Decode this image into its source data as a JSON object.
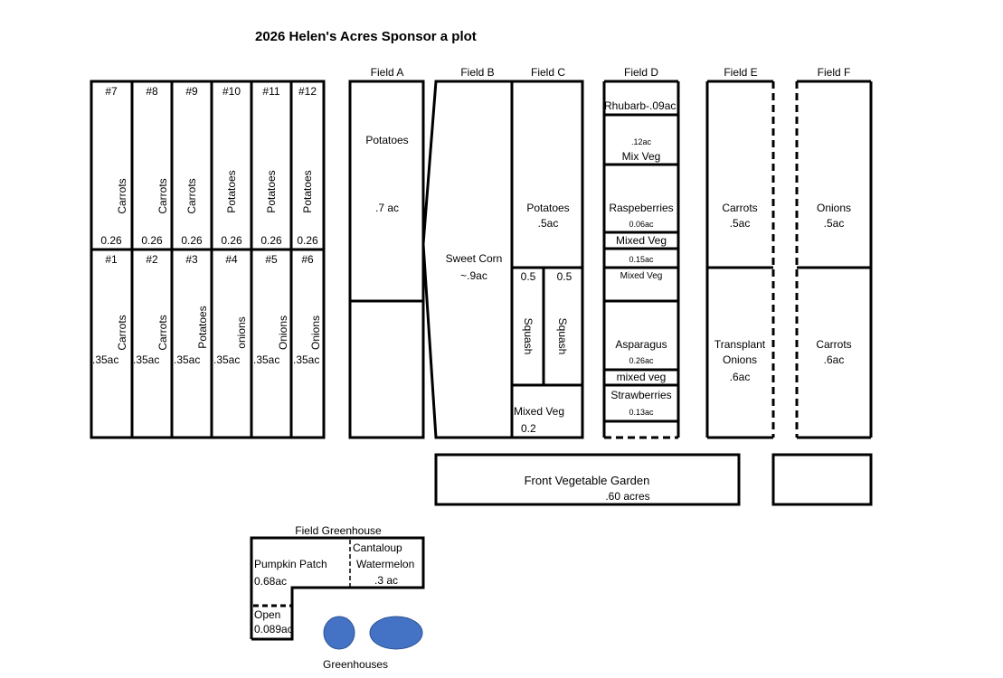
{
  "title": "2026 Helen's Acres Sponsor a plot",
  "grid": {
    "top_row": [
      {
        "num": "#7",
        "crop": "Carrots",
        "size": "0.26"
      },
      {
        "num": "#8",
        "crop": "Carrots",
        "size": "0.26"
      },
      {
        "num": "#9",
        "crop": "Carrots",
        "size": "0.26"
      },
      {
        "num": "#10",
        "crop": "Potatoes",
        "size": "0.26"
      },
      {
        "num": "#11",
        "crop": "Potatoes",
        "size": "0.26"
      },
      {
        "num": "#12",
        "crop": "Potatoes",
        "size": "0.26"
      }
    ],
    "bottom_row": [
      {
        "num": "#1",
        "crop": "Carrots",
        "size": ".35ac"
      },
      {
        "num": "#2",
        "crop": "Carrots",
        "size": ".35ac"
      },
      {
        "num": "#3",
        "crop": "Potatoes",
        "size": ".35ac"
      },
      {
        "num": "#4",
        "crop": "onions",
        "size": ".35ac"
      },
      {
        "num": "#5",
        "crop": "Onions",
        "size": ".35ac"
      },
      {
        "num": "#6",
        "crop": "Onions",
        "size": ".35ac"
      }
    ]
  },
  "fields": {
    "a": {
      "label": "Field A",
      "crop": "Potatoes",
      "size": ".7 ac"
    },
    "b": {
      "label": "Field B",
      "crop": "Sweet Corn",
      "size": "~.9ac"
    },
    "c": {
      "label": "Field C",
      "crop": "Potatoes",
      "size": ".5ac",
      "sq_left_size": "0.5",
      "sq_right_size": "0.5",
      "sq_left": "Squash",
      "sq_right": "Squash",
      "mixed": "Mixed Veg",
      "mixed_size": "0.2"
    },
    "d": {
      "label": "Field D",
      "rhubarb": "Rhubarb-.09ac",
      "mix1_size": ".12ac",
      "mix1": "Mix Veg",
      "rasp": "Raspeberries",
      "rasp_size": "0.06ac",
      "mixed2": "Mixed Veg",
      "mixed2_size": "0.15ac",
      "mixed3": "Mixed Veg",
      "asparagus": "Asparagus",
      "asparagus_size": "0.26ac",
      "mixed4": "mixed veg",
      "straw": "Strawberries",
      "straw_size": "0.13ac"
    },
    "e": {
      "label": "Field E",
      "crop1": "Carrots",
      "size1": ".5ac",
      "crop2a": "Transplant",
      "crop2b": "Onions",
      "size2": ".6ac"
    },
    "f": {
      "label": "Field F",
      "crop1": "Onions",
      "size1": ".5ac",
      "crop2": "Carrots",
      "size2": ".6ac"
    }
  },
  "front_garden": {
    "label": "Front Vegetable Garden",
    "size": ".60 acres"
  },
  "greenhouse": {
    "label": "Field Greenhouse",
    "pumpkin": "Pumpkin Patch",
    "pumpkin_size": "0.68ac",
    "cantaloupe": "Cantaloup",
    "watermelon": "Watermelon",
    "melon_size": ".3 ac",
    "open": "Open",
    "open_size": "0.089ac",
    "greenhouses": "Greenhouses",
    "oval_color": "#4472c4"
  }
}
